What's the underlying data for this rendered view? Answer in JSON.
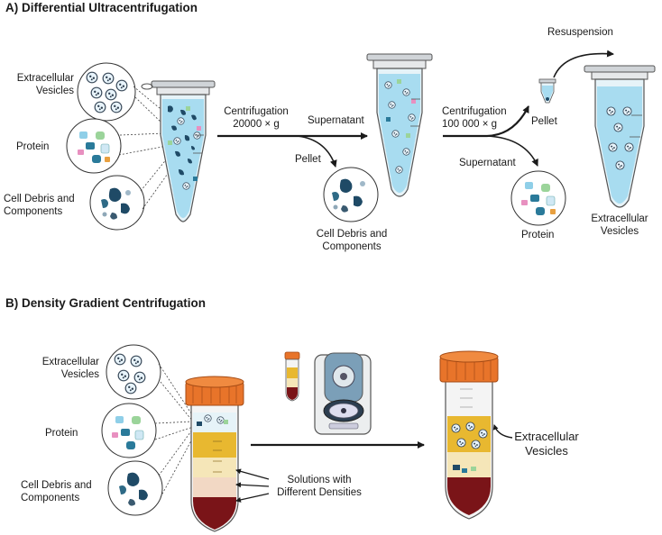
{
  "section_a": {
    "title": "A) Differential Ultracentrifugation",
    "left_labels": {
      "ev": "Extracellular\nVesicles",
      "protein": "Protein",
      "debris": "Cell Debris and\nComponents"
    },
    "step1": {
      "centrifugation": "Centrifugation\n20000 × g",
      "supernatant": "Supernatant",
      "pellet": "Pellet",
      "pellet_content": "Cell Debris and\nComponents"
    },
    "step2": {
      "centrifugation": "Centrifugation\n100 000 × g",
      "resuspension": "Resuspension",
      "pellet": "Pellet",
      "supernatant": "Supernatant",
      "protein": "Protein",
      "final": "Extracellular\nVesicles"
    }
  },
  "section_b": {
    "title": "B) Density Gradient Centrifugation",
    "left_labels": {
      "ev": "Extracellular\nVesicles",
      "protein": "Protein",
      "debris": "Cell Debris and\nComponents"
    },
    "solutions": "Solutions with\nDifferent  Densities",
    "final": "Extracellular\nVesicles"
  },
  "colors": {
    "liquid": "#a8dcf0",
    "cap_orange": "#e8742a",
    "gradient_yellow": "#e8b830",
    "gradient_pale": "#f5e6b8",
    "gradient_peach": "#f2d8c4",
    "pellet_red": "#7a1418",
    "debris_navy": "#1f4a66"
  }
}
